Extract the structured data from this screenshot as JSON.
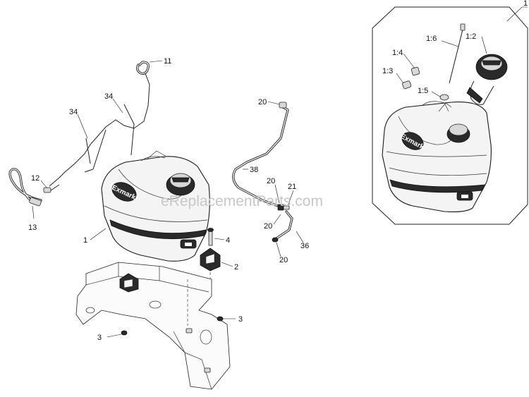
{
  "watermark": "eReplacementParts.com",
  "callouts": {
    "c1_main": "1",
    "c2": "2",
    "c3_right": "3",
    "c3_left": "3",
    "c4": "4",
    "c11": "11",
    "c12": "12",
    "c13": "13",
    "c34_upper": "34",
    "c34_left": "34",
    "c20_top": "20",
    "c20_mid": "20",
    "c20_lower": "20",
    "c20_bottom": "20",
    "c21": "21",
    "c36": "36",
    "c38": "38",
    "c1_inset": "1",
    "c1_2": "1:2",
    "c1_3": "1:3",
    "c1_4": "1:4",
    "c1_5": "1:5",
    "c1_6": "1:6"
  },
  "tank_brand_main": "Exmark",
  "tank_brand_inset": "Exmark"
}
